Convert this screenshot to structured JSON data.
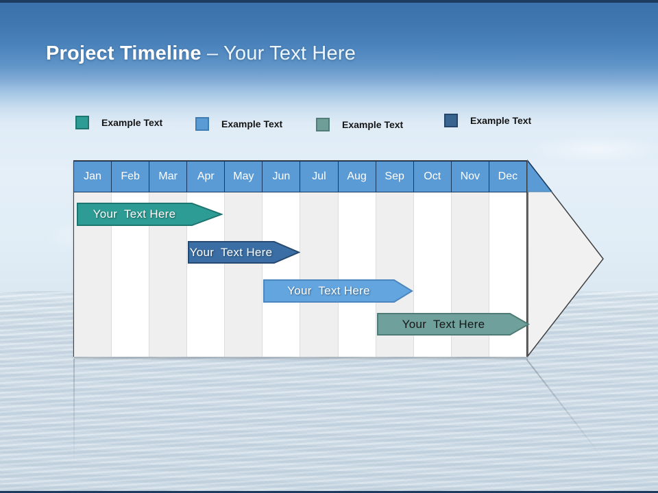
{
  "slide": {
    "title": {
      "main": "Project Timeline",
      "separator": " – ",
      "placeholder": "Your Text Here"
    },
    "accent_colors": {
      "sky_top": "#3a71aa",
      "header_blue": "#5b9bd5",
      "frame_navy": "#1d3b5f"
    }
  },
  "legend": {
    "items": [
      {
        "label": "Example Text",
        "color": "#2D9C94",
        "border": "#1E746E"
      },
      {
        "label": "Example Text",
        "color": "#5B9BD5",
        "border": "#3F7CB1"
      },
      {
        "label": "Example Text",
        "color": "#6F9E99",
        "border": "#527C77"
      },
      {
        "label": "Example Text",
        "color": "#39648F",
        "border": "#24466B"
      }
    ]
  },
  "timeline": {
    "months": [
      "Jan",
      "Feb",
      "Mar",
      "Apr",
      "May",
      "Jun",
      "Jul",
      "Aug",
      "Sep",
      "Oct",
      "Nov",
      "Dec"
    ],
    "header_fill": "#5B9BD5",
    "header_border": "#17375E",
    "tip_fill": "#f1f1f1",
    "tip_stroke": "#3f3f3f",
    "bars": [
      {
        "label": "Your  Text Here",
        "color": "#2D9C94",
        "border": "#1E746E",
        "text_color": "#FFFFFF"
      },
      {
        "label": "Your  Text Here",
        "color": "#3A6EA4",
        "border": "#27496F",
        "text_color": "#FFFFFF"
      },
      {
        "label": "Your  Text Here",
        "color": "#63A5DF",
        "border": "#4C86BF",
        "text_color": "#FFFFFF"
      },
      {
        "label": "Your  Text Here",
        "color": "#6FA09B",
        "border": "#4F7B76",
        "text_color": "#161616"
      }
    ]
  }
}
